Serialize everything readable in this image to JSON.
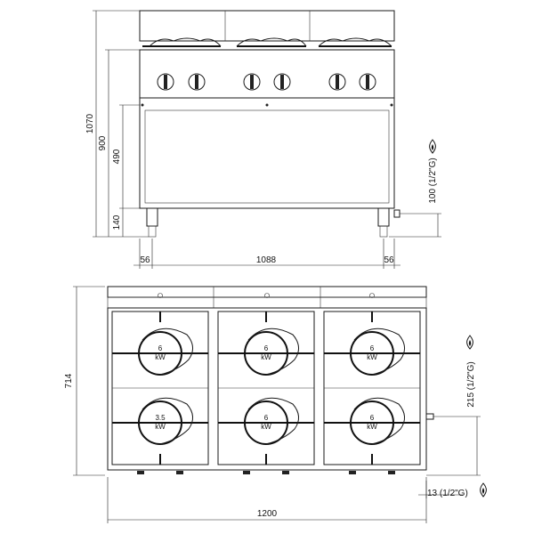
{
  "front_view": {
    "dim_total_height": "1070",
    "dim_worktop_height": "900",
    "dim_cabinet_height": "490",
    "dim_leg_height": "140",
    "dim_gas_inlet_height": "100 (1/2\"G)",
    "dim_left_offset": "56",
    "dim_inner_width": "1088",
    "dim_right_offset": "56"
  },
  "top_view": {
    "dim_depth": "714",
    "dim_width": "1200",
    "dim_gas_inlet_y": "215 (1/2\"G)",
    "dim_gas_inlet_x": "13 (1/2\"G)",
    "burners": [
      {
        "power": "6",
        "unit": "kW"
      },
      {
        "power": "6",
        "unit": "kW"
      },
      {
        "power": "6",
        "unit": "kW"
      },
      {
        "power": "3.5",
        "unit": "kW"
      },
      {
        "power": "6",
        "unit": "kW"
      },
      {
        "power": "6",
        "unit": "kW"
      }
    ]
  },
  "icons": [
    "gas-flame-icon"
  ]
}
